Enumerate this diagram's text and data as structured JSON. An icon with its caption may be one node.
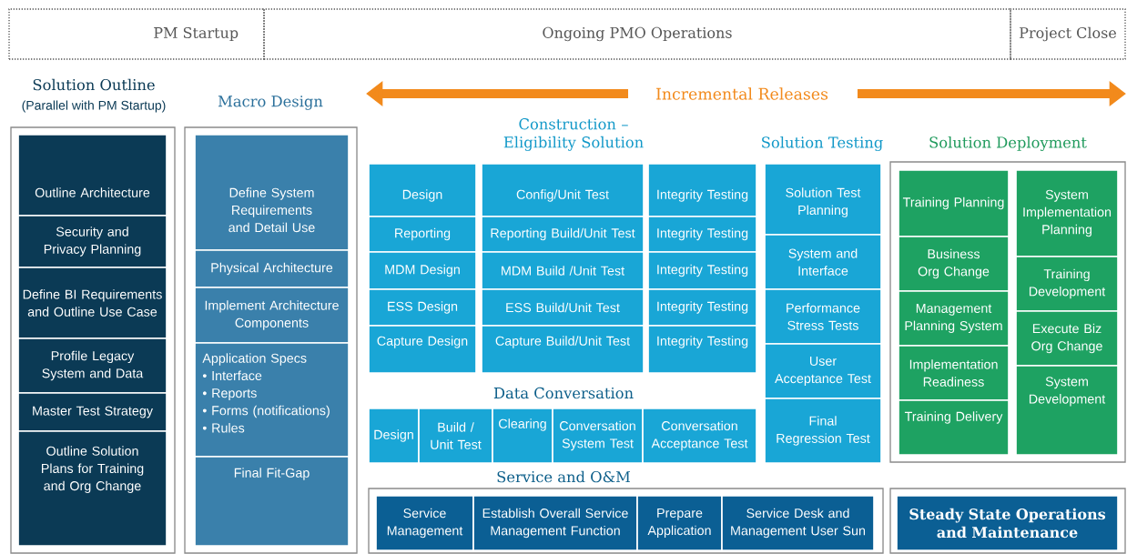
{
  "diagram": {
    "nodes": [
      {
        "text": [
          "PM Startup"
        ]
      },
      {
        "text": [
          "Ongoing PMO Operations"
        ]
      },
      {
        "text": [
          "Project Close"
        ]
      },
      {
        "text": [
          "Solution Outline",
          "(Parallel with PM Startup)"
        ]
      },
      {
        "text": [
          "Outline Architecture"
        ],
        "in": 3
      },
      {
        "text": [
          "Security and Privacy Planning"
        ],
        "in": 3
      },
      {
        "text": [
          "Define BI Requirements and Outline Use Case"
        ],
        "in": 3
      },
      {
        "text": [
          "Profile Legacy System and Data"
        ],
        "in": 3
      },
      {
        "text": [
          "Master Test Strategy"
        ],
        "in": 3
      },
      {
        "text": [
          "Outline Solution Plans for Training and Org Change"
        ],
        "in": 3
      },
      {
        "text": [
          "Macro Design"
        ]
      },
      {
        "text": [
          "Define System Requirements and Detail Use"
        ],
        "in": 10
      },
      {
        "text": [
          "Physical Architecture"
        ],
        "in": 10
      },
      {
        "text": [
          "Implement Architecture Components"
        ],
        "in": 10
      },
      {
        "text": [
          "Application Specs",
          "• Interface",
          "• Reports",
          "• Forms (notifications)",
          "• Rules"
        ],
        "in": 10
      },
      {
        "text": [
          "Final Fit-Gap"
        ],
        "in": 10
      },
      {
        "text": [
          "Design"
        ]
      },
      {
        "text": [
          "Config/Unit Test"
        ]
      },
      {
        "text": [
          "Integrity Testing"
        ]
      },
      {
        "text": [
          "Reporting"
        ]
      },
      {
        "text": [
          "Reporting Build/Unit Test"
        ]
      },
      {
        "text": [
          "Integrity Testing"
        ]
      },
      {
        "text": [
          "MDM Design"
        ]
      },
      {
        "text": [
          "MDM Build /Unit Test"
        ]
      },
      {
        "text": [
          "Integrity Testing"
        ]
      },
      {
        "text": [
          "ESS Design"
        ]
      },
      {
        "text": [
          "ESS Build/Unit Test"
        ]
      },
      {
        "text": [
          "Integrity Testing"
        ]
      },
      {
        "text": [
          "Capture Design"
        ]
      },
      {
        "text": [
          "Capture Build/Unit Test"
        ]
      },
      {
        "text": [
          "Integrity Testing"
        ]
      },
      {
        "text": [
          "Solution Test Planning"
        ]
      },
      {
        "text": [
          "System and Interface"
        ]
      },
      {
        "text": [
          "Performance Stress Tests"
        ]
      },
      {
        "text": [
          "User Acceptance Test"
        ]
      },
      {
        "text": [
          "Final Regression Test"
        ]
      },
      {
        "text": [
          "Design"
        ]
      },
      {
        "text": [
          "Build / Unit Test"
        ]
      },
      {
        "text": [
          "Clearing"
        ]
      },
      {
        "text": [
          "Conversation System Test"
        ]
      },
      {
        "text": [
          "Conversation Acceptance Test"
        ]
      },
      {
        "text": [
          "Solution Deployment"
        ]
      },
      {
        "text": [
          "Training Planning"
        ],
        "in": 41
      },
      {
        "text": [
          "Business Org Change"
        ],
        "in": 41
      },
      {
        "text": [
          "Management Planning System"
        ],
        "in": 41
      },
      {
        "text": [
          "Implementation Readiness"
        ],
        "in": 41
      },
      {
        "text": [
          "Training Delivery"
        ],
        "in": 41
      },
      {
        "text": [
          "System Implementation Planning"
        ],
        "in": 41
      },
      {
        "text": [
          "Training Development"
        ],
        "in": 41
      },
      {
        "text": [
          "Execute Biz Org Change"
        ],
        "in": 41
      },
      {
        "text": [
          "System Development"
        ],
        "in": 41
      },
      {
        "text": [
          "Service and O&M"
        ]
      },
      {
        "text": [
          "Service Management"
        ],
        "in": 51
      },
      {
        "text": [
          "Establish Overall Service Management Function"
        ],
        "in": 51
      },
      {
        "text": [
          "Prepare Application"
        ],
        "in": 51
      },
      {
        "text": [
          "Service Desk and Management User Sun"
        ],
        "in": 51
      },
      {
        "text": [],
        "shape": "box"
      },
      {
        "text": [
          "Steady State Operations and Maintenance"
        ],
        "in": 56
      }
    ],
    "labels": [
      "Incremental Releases",
      "Construction – Eligibility Solution",
      "Solution Testing",
      "Data Conversation"
    ]
  }
}
